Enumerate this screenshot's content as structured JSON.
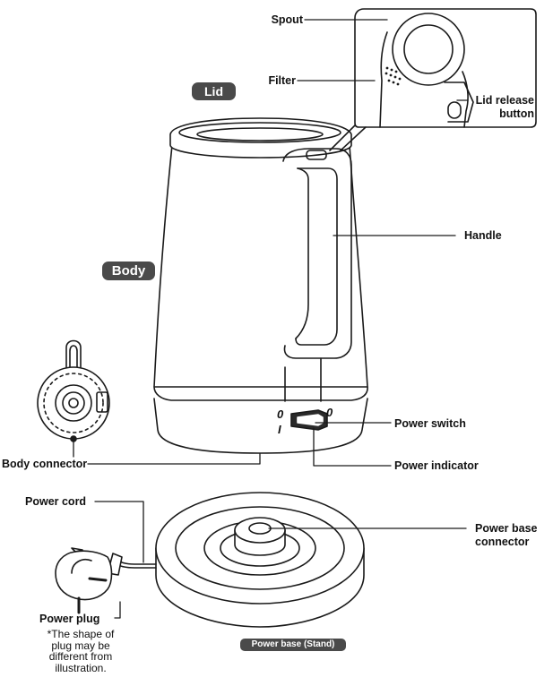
{
  "badges": {
    "lid": "Lid",
    "body": "Body",
    "power_base": "Power base (Stand)"
  },
  "labels": {
    "spout": "Spout",
    "filter": "Filter",
    "lid_release_line1": "Lid release",
    "lid_release_line2": "button",
    "handle": "Handle",
    "power_switch": "Power switch",
    "power_indicator": "Power indicator",
    "body_connector": "Body connector",
    "power_cord": "Power cord",
    "power_base_connector_line1": "Power base",
    "power_base_connector_line2": "connector",
    "power_plug": "Power plug"
  },
  "note": {
    "line1": "*The shape of",
    "line2": "plug may be",
    "line3": "different from",
    "line4": "illustration."
  },
  "switch_marks": {
    "off": "0",
    "on": "I"
  },
  "colors": {
    "line": "#1a1a1a",
    "badge": "#4a4a4a",
    "badge_text": "#ffffff"
  }
}
